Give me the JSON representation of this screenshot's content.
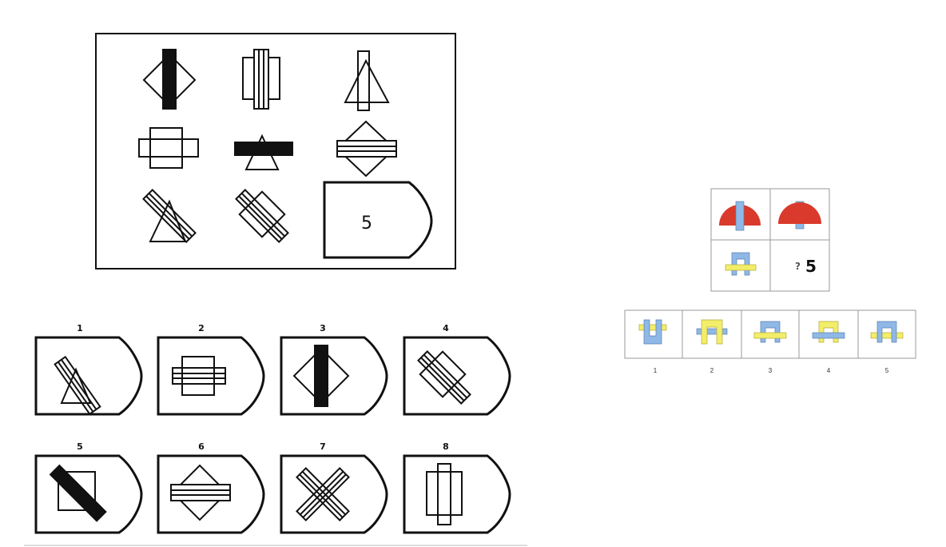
{
  "puzzle1": {
    "answer_note": "5",
    "options": [
      {
        "label": "1"
      },
      {
        "label": "2"
      },
      {
        "label": "3"
      },
      {
        "label": "4"
      },
      {
        "label": "5"
      },
      {
        "label": "6"
      },
      {
        "label": "7"
      },
      {
        "label": "8"
      }
    ]
  },
  "puzzle2": {
    "question_mark": "?",
    "answer_note": "5",
    "options": [
      {
        "label": "1"
      },
      {
        "label": "2"
      },
      {
        "label": "3"
      },
      {
        "label": "4"
      },
      {
        "label": "5"
      }
    ]
  },
  "colors": {
    "red": "#d93a2b",
    "blue": "#8fb8e6",
    "yellow": "#f2ee6a",
    "ink": "#111111"
  }
}
